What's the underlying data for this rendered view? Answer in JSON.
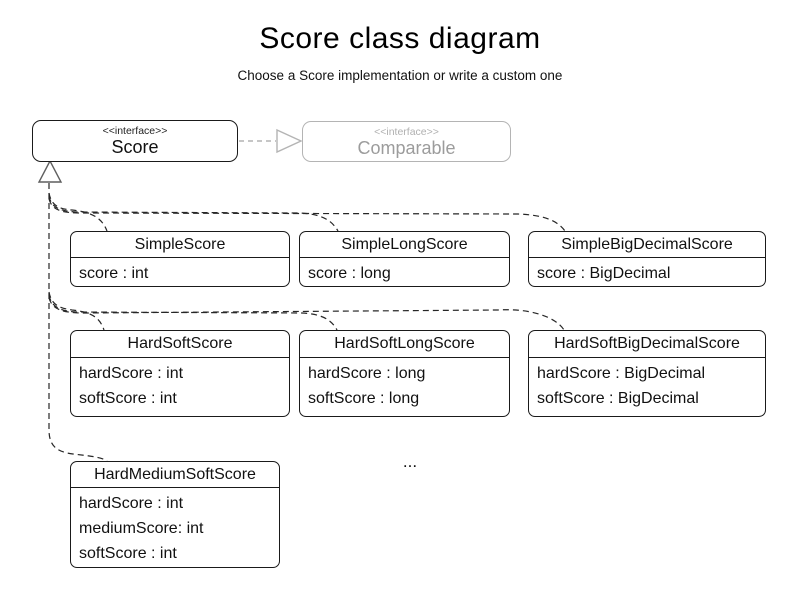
{
  "page": {
    "title": "Score class diagram",
    "subtitle": "Choose a Score implementation or write a custom one"
  },
  "interfaces": {
    "score": {
      "stereotype": "<<interface>>",
      "name": "Score"
    },
    "comparable": {
      "stereotype": "<<interface>>",
      "name": "Comparable"
    }
  },
  "classes": [
    {
      "name": "SimpleScore",
      "attributes": [
        "score : int"
      ]
    },
    {
      "name": "SimpleLongScore",
      "attributes": [
        "score : long"
      ]
    },
    {
      "name": "SimpleBigDecimalScore",
      "attributes": [
        "score : BigDecimal"
      ]
    },
    {
      "name": "HardSoftScore",
      "attributes": [
        "hardScore : int",
        "softScore : int"
      ]
    },
    {
      "name": "HardSoftLongScore",
      "attributes": [
        "hardScore : long",
        "softScore : long"
      ]
    },
    {
      "name": "HardSoftBigDecimalScore",
      "attributes": [
        "hardScore : BigDecimal",
        "softScore : BigDecimal"
      ]
    },
    {
      "name": "HardMediumSoftScore",
      "attributes": [
        "hardScore : int",
        "mediumScore: int",
        "softScore : int"
      ]
    }
  ],
  "ellipsis": "...",
  "relationships": {
    "score_to_comparable": "realization (dashed, hollow arrow)",
    "classes_to_score": "realization (dashed, shared hollow arrow)"
  },
  "colors": {
    "background": "#ffffff",
    "class_border": "#1a1a1a",
    "connector_line": "#262626",
    "realization_triangle": "#5f5f5f",
    "muted_text": "#9c9c9c",
    "muted_border": "#b4b4b4"
  }
}
